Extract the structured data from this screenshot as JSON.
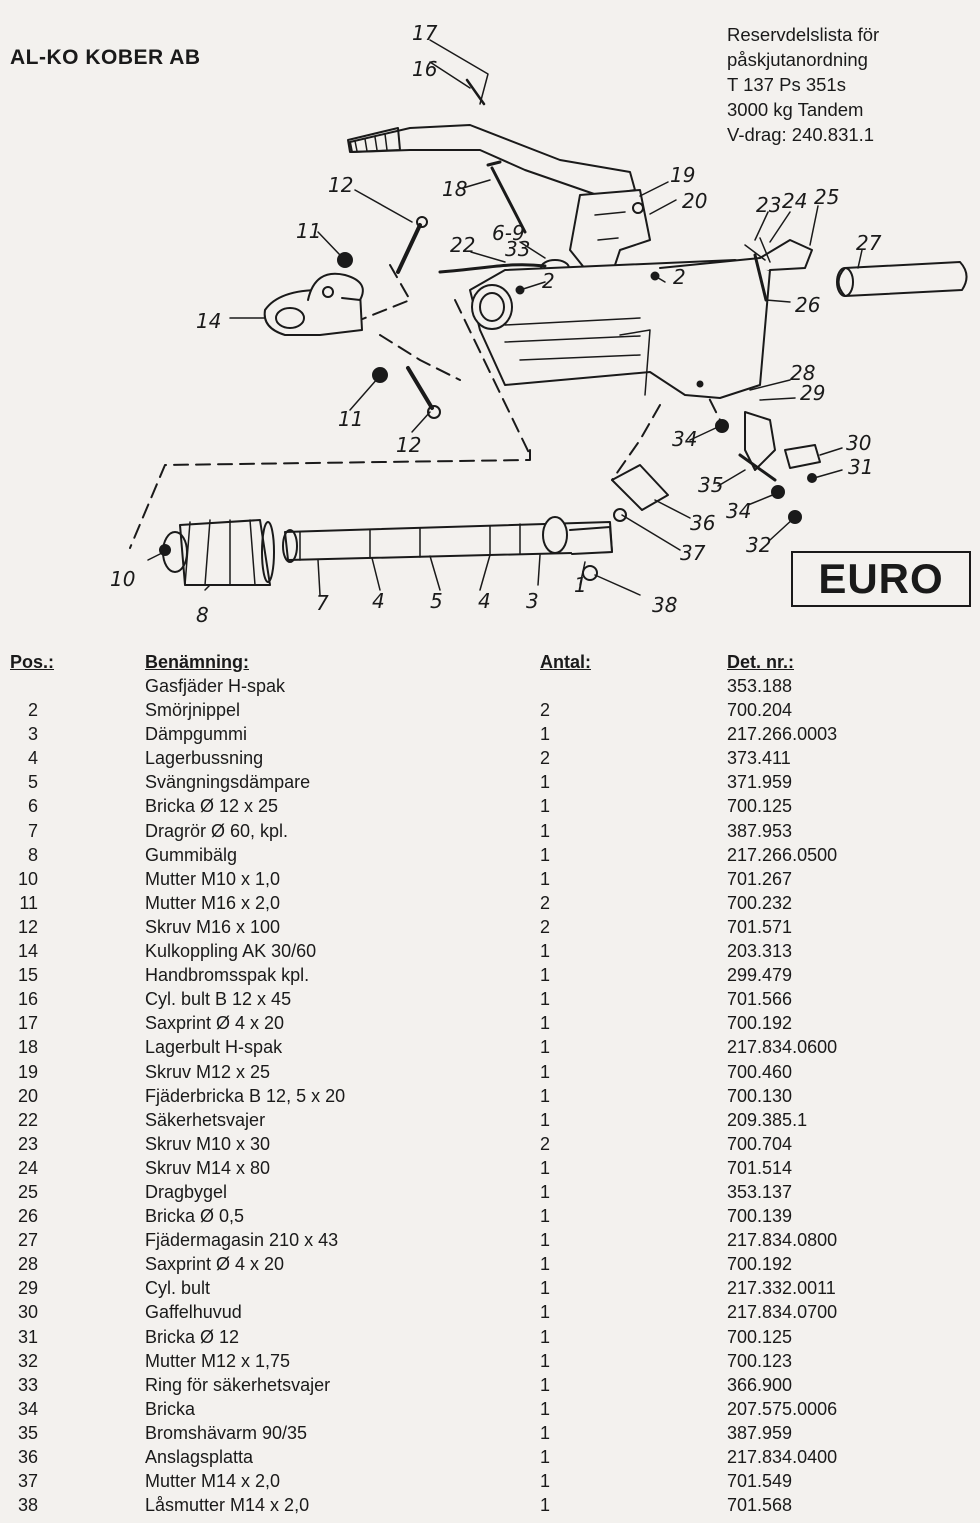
{
  "company": "AL-KO KOBER AB",
  "heading": {
    "line1": "Reservdelslista för",
    "line2": "påskjutanordning",
    "line3": "T 137 Ps 351s",
    "line4": "3000 kg  Tandem",
    "line5": "V-drag: 240.831.1"
  },
  "badge": "EURO",
  "callouts": [
    "17",
    "16",
    "12",
    "18",
    "19",
    "20",
    "23",
    "24",
    "25",
    "27",
    "11",
    "22",
    "6-9",
    "33",
    "2",
    "2",
    "26",
    "14",
    "28",
    "29",
    "11",
    "12",
    "34",
    "30",
    "31",
    "35",
    "36",
    "34",
    "32",
    "37",
    "10",
    "8",
    "7",
    "4",
    "5",
    "4",
    "3",
    "1",
    "38"
  ],
  "columns": {
    "pos": "Pos.:",
    "name": "Benämning:",
    "qty": "Antal:",
    "det": "Det. nr.:"
  },
  "rows": [
    {
      "pos": "",
      "name": "Gasfjäder H-spak",
      "qty": "",
      "det": "353.188"
    },
    {
      "pos": "2",
      "name": "Smörjnippel",
      "qty": "2",
      "det": "700.204"
    },
    {
      "pos": "3",
      "name": "Dämpgummi",
      "qty": "1",
      "det": "217.266.0003"
    },
    {
      "pos": "4",
      "name": "Lagerbussning",
      "qty": "2",
      "det": "373.411"
    },
    {
      "pos": "5",
      "name": "Svängningsdämpare",
      "qty": "1",
      "det": "371.959"
    },
    {
      "pos": "6",
      "name": "Bricka Ø 12 x 25",
      "qty": "1",
      "det": "700.125"
    },
    {
      "pos": "7",
      "name": "Dragrör Ø 60, kpl.",
      "qty": "1",
      "det": "387.953"
    },
    {
      "pos": "8",
      "name": "Gummibälg",
      "qty": "1",
      "det": "217.266.0500"
    },
    {
      "pos": "10",
      "name": "Mutter M10 x 1,0",
      "qty": "1",
      "det": "701.267"
    },
    {
      "pos": "11",
      "name": "Mutter M16 x 2,0",
      "qty": "2",
      "det": "700.232"
    },
    {
      "pos": "12",
      "name": "Skruv M16 x 100",
      "qty": "2",
      "det": "701.571"
    },
    {
      "pos": "14",
      "name": "Kulkoppling AK 30/60",
      "qty": "1",
      "det": "203.313"
    },
    {
      "pos": "15",
      "name": "Handbromsspak kpl.",
      "qty": "1",
      "det": "299.479"
    },
    {
      "pos": "16",
      "name": "Cyl. bult B 12 x 45",
      "qty": "1",
      "det": "701.566"
    },
    {
      "pos": "17",
      "name": "Saxprint Ø 4 x 20",
      "qty": "1",
      "det": "700.192"
    },
    {
      "pos": "18",
      "name": "Lagerbult H-spak",
      "qty": "1",
      "det": "217.834.0600"
    },
    {
      "pos": "19",
      "name": "Skruv M12 x 25",
      "qty": "1",
      "det": "700.460"
    },
    {
      "pos": "20",
      "name": "Fjäderbricka B 12, 5 x 20",
      "qty": "1",
      "det": "700.130"
    },
    {
      "pos": "22",
      "name": "Säkerhetsvajer",
      "qty": "1",
      "det": "209.385.1"
    },
    {
      "pos": "23",
      "name": "Skruv M10 x 30",
      "qty": "2",
      "det": "700.704"
    },
    {
      "pos": "24",
      "name": "Skruv M14 x 80",
      "qty": "1",
      "det": "701.514"
    },
    {
      "pos": "25",
      "name": "Dragbygel",
      "qty": "1",
      "det": "353.137"
    },
    {
      "pos": "26",
      "name": "Bricka Ø 0,5",
      "qty": "1",
      "det": "700.139"
    },
    {
      "pos": "27",
      "name": "Fjädermagasin 210 x 43",
      "qty": "1",
      "det": "217.834.0800"
    },
    {
      "pos": "28",
      "name": "Saxprint Ø 4 x 20",
      "qty": "1",
      "det": "700.192"
    },
    {
      "pos": "29",
      "name": "Cyl. bult",
      "qty": "1",
      "det": "217.332.0011"
    },
    {
      "pos": "30",
      "name": "Gaffelhuvud",
      "qty": "1",
      "det": "217.834.0700"
    },
    {
      "pos": "31",
      "name": "Bricka Ø 12",
      "qty": "1",
      "det": "700.125"
    },
    {
      "pos": "32",
      "name": "Mutter M12 x 1,75",
      "qty": "1",
      "det": "700.123"
    },
    {
      "pos": "33",
      "name": "Ring för säkerhetsvajer",
      "qty": "1",
      "det": "366.900"
    },
    {
      "pos": "34",
      "name": "Bricka",
      "qty": "1",
      "det": "207.575.0006"
    },
    {
      "pos": "35",
      "name": "Bromshävarm 90/35",
      "qty": "1",
      "det": "387.959"
    },
    {
      "pos": "36",
      "name": "Anslagsplatta",
      "qty": "1",
      "det": "217.834.0400"
    },
    {
      "pos": "37",
      "name": "Mutter M14 x 2,0",
      "qty": "1",
      "det": "701.549"
    },
    {
      "pos": "38",
      "name": "Låsmutter M14 x 2,0",
      "qty": "1",
      "det": "701.568"
    }
  ]
}
